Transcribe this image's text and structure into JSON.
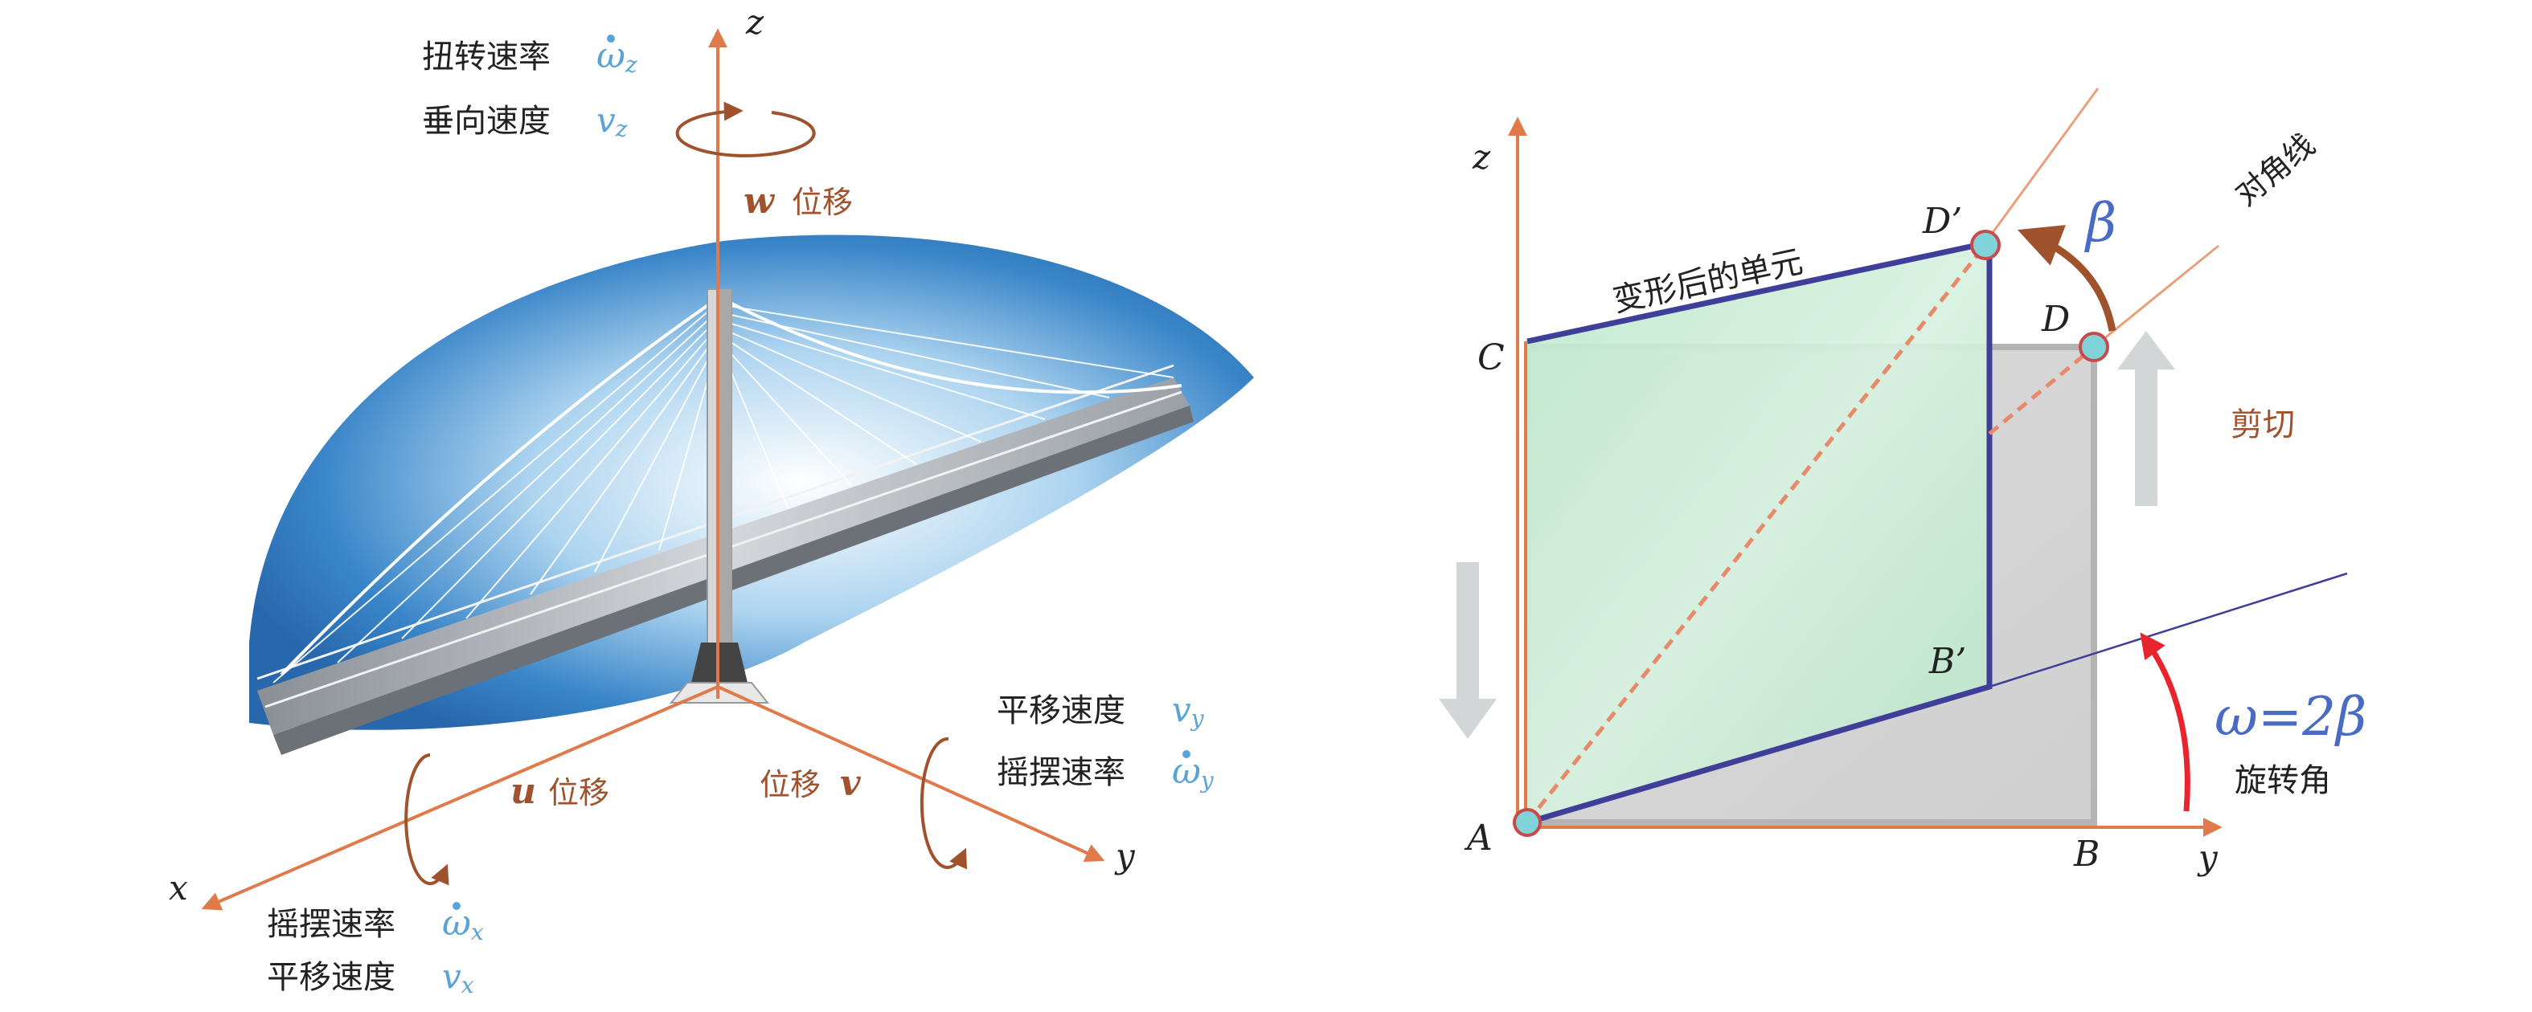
{
  "left_diagram": {
    "axes": {
      "x": "x",
      "y": "y",
      "z": "z"
    },
    "z_group": {
      "twist_rate_label": "扭转速率",
      "twist_rate_symbol": "ω",
      "twist_rate_sub": "z",
      "vertical_velocity_label": "垂向速度",
      "vertical_velocity_symbol": "v",
      "vertical_velocity_sub": "z",
      "displacement_symbol": "w",
      "displacement_label": "位移"
    },
    "x_group": {
      "displacement_symbol": "u",
      "displacement_label": "位移",
      "sway_rate_label": "摇摆速率",
      "sway_rate_symbol": "ω",
      "sway_rate_sub": "x",
      "translation_velocity_label": "平移速度",
      "translation_velocity_symbol": "v",
      "translation_velocity_sub": "x"
    },
    "y_group": {
      "displacement_label": "位移",
      "displacement_symbol": "v",
      "translation_velocity_label": "平移速度",
      "translation_velocity_symbol": "v",
      "translation_velocity_sub": "y",
      "sway_rate_label": "摇摆速率",
      "sway_rate_symbol": "ω",
      "sway_rate_sub": "y"
    }
  },
  "right_diagram": {
    "axes": {
      "y": "y",
      "z": "z"
    },
    "points": {
      "A": "A",
      "B": "B",
      "C": "C",
      "D": "D",
      "B_prime": "B’",
      "D_prime": "D’"
    },
    "deformed_element_label": "变形后的单元",
    "diagonal_label": "对角线",
    "beta_label": "β",
    "shear_label": "剪切",
    "rotation_formula": "ω=2β",
    "rotation_label": "旋转角"
  },
  "colors": {
    "axis_orange": "#e07a4a",
    "label_brown": "#a0522d",
    "symbol_blue": "#5aa3d6",
    "element_blue": "#3f3f9a",
    "element_fill": "#c8ecd4",
    "original_gray": "#b4b4b4",
    "rotation_red": "#e8242c",
    "point_cyan": "#7fd3d9"
  }
}
